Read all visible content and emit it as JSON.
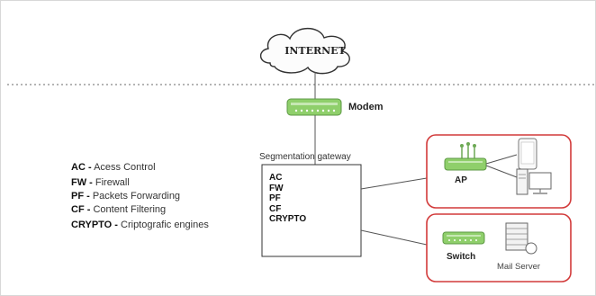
{
  "internet": {
    "label": "INTERNET"
  },
  "modem": {
    "label": "Modem"
  },
  "gateway": {
    "title": "Segmentation gateway",
    "items": [
      "AC",
      "FW",
      "PF",
      "CF",
      "CRYPTO"
    ]
  },
  "legend": [
    {
      "abbr": "AC -",
      "desc": "Acess Control"
    },
    {
      "abbr": "FW -",
      "desc": "Firewall"
    },
    {
      "abbr": "PF -",
      "desc": "Packets Forwarding"
    },
    {
      "abbr": "CF -",
      "desc": "Content Filtering"
    },
    {
      "abbr": "CRYPTO -",
      "desc": "Criptografic engines"
    }
  ],
  "zones": {
    "wireless": {
      "ap_label": "AP"
    },
    "wired": {
      "switch_label": "Switch",
      "server_label": "Mail Server"
    }
  },
  "colors": {
    "zone_border": "#d23a3a",
    "device_green": "#8fcf6b",
    "line": "#555555",
    "dotted": "#888888"
  },
  "icons": [
    "cloud-icon",
    "modem-icon",
    "access-point-icon",
    "phone-icon",
    "desktop-icon",
    "switch-icon",
    "server-icon"
  ]
}
